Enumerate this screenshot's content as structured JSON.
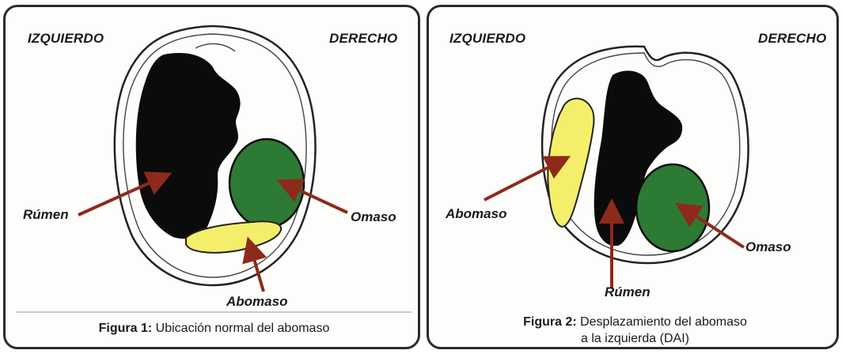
{
  "figure1": {
    "left_label": "IZQUIERDO",
    "right_label": "DERECHO",
    "labels": {
      "rumen": "Rúmen",
      "omaso": "Omaso",
      "abomaso": "Abomaso"
    },
    "caption_bold": "Figura 1:",
    "caption_text": " Ubicación normal del abomaso"
  },
  "figure2": {
    "left_label": "IZQUIERDO",
    "right_label": "DERECHO",
    "labels": {
      "abomaso": "Abomaso",
      "rumen": "Rúmen",
      "omaso": "Omaso"
    },
    "caption_bold": "Figura 2:",
    "caption_line1": " Desplazamiento del abomaso",
    "caption_line2": "a la izquierda (DAI)"
  },
  "colors": {
    "rumen": "#0b0b0b",
    "omaso": "#2d7a34",
    "abomaso": "#f4ef6a",
    "arrow": "#8e2a1b"
  }
}
